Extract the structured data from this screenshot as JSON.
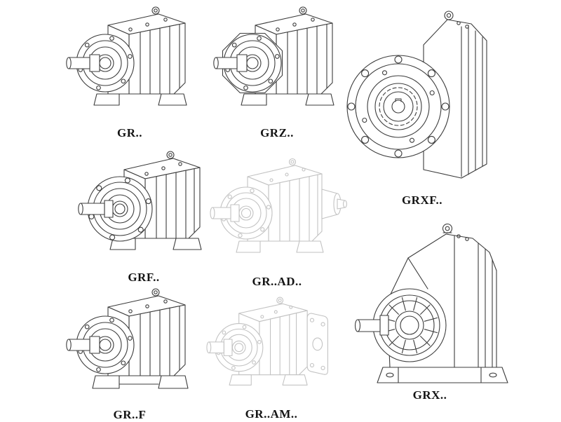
{
  "colors": {
    "line": "#3c3c3c",
    "faded_line": "#c2c2c2",
    "label_text": "#141414",
    "background": "#ffffff"
  },
  "items": [
    {
      "label": "GR..",
      "drawing": "foot-mounted-helical-gear-unit"
    },
    {
      "label": "GRZ..",
      "drawing": "foot-mounted-gear-unit-octagonal-face"
    },
    {
      "label": "GRXF..",
      "drawing": "flange-mounted-gear-unit-front-view"
    },
    {
      "label": "GRF..",
      "drawing": "flange-mounted-gear-unit"
    },
    {
      "label": "GR..AD..",
      "drawing": "gear-unit-with-input-adapter",
      "style": "faded"
    },
    {
      "label": "GR..F",
      "drawing": "foot-flange-gear-unit"
    },
    {
      "label": "GR..AM..",
      "drawing": "gear-unit-with-motor-adapter-flange",
      "style": "faded"
    },
    {
      "label": "GRX..",
      "drawing": "large-foot-mounted-gear-unit"
    }
  ]
}
